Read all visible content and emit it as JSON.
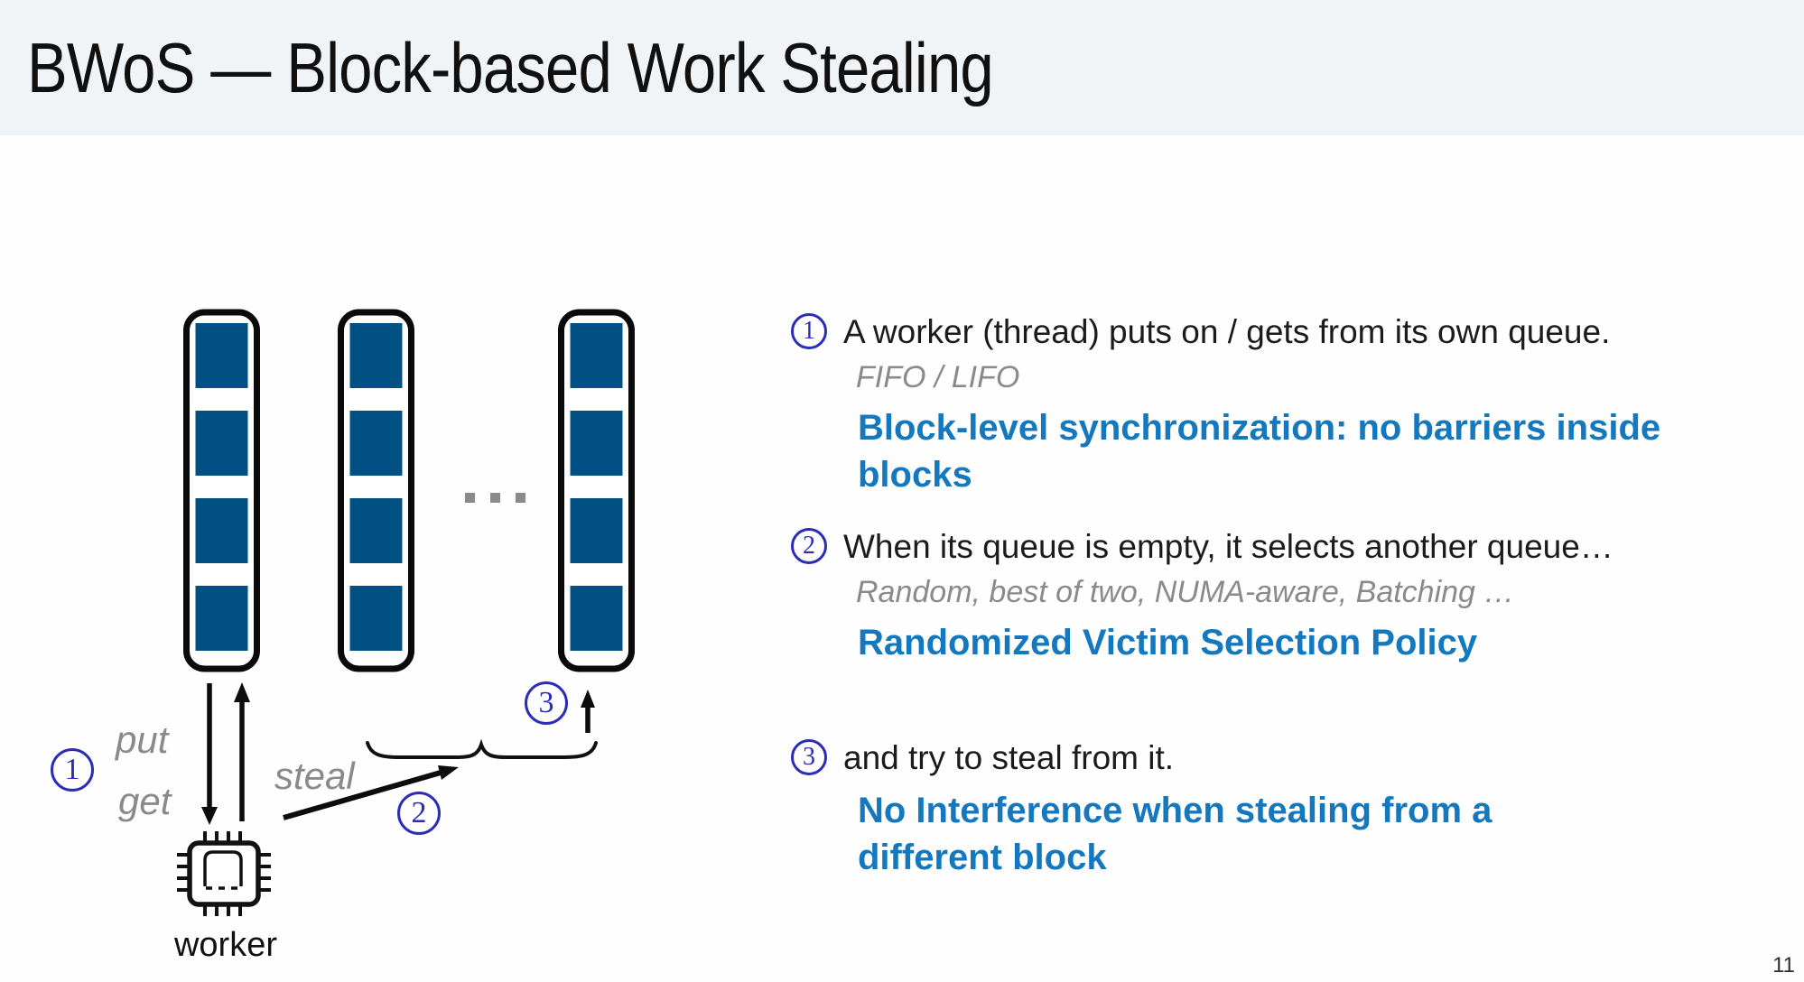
{
  "header": {
    "title": "BWoS — Block-based Work Stealing"
  },
  "colors": {
    "block_blue": "#015083",
    "emphasis_blue": "#1378be",
    "badge_blue": "#2b2cb8",
    "muted_gray": "#8a8a8a",
    "header_bg": "#f1f4f7",
    "text_black": "#161616"
  },
  "diagram": {
    "labels": {
      "put": "put",
      "get": "get",
      "steal": "steal",
      "worker": "worker"
    },
    "badges": {
      "step1": "1",
      "step2": "2",
      "step3": "3"
    }
  },
  "notes": [
    {
      "badge": "1",
      "text": "A worker (thread) puts on / gets from its own queue.",
      "detail": "FIFO / LIFO",
      "emphasis_lines": [
        "Block-level synchronization: no barriers inside",
        "blocks"
      ]
    },
    {
      "badge": "2",
      "text": "When its queue is empty, it selects another queue…",
      "detail": "Random, best of two, NUMA-aware, Batching …",
      "emphasis_lines": [
        "Randomized Victim Selection Policy",
        ""
      ]
    },
    {
      "badge": "3",
      "text": "and try to steal from it.",
      "detail": "",
      "emphasis_lines": [
        "No Interference when stealing from a",
        "different block"
      ]
    }
  ],
  "footer": {
    "page_number": "11"
  }
}
